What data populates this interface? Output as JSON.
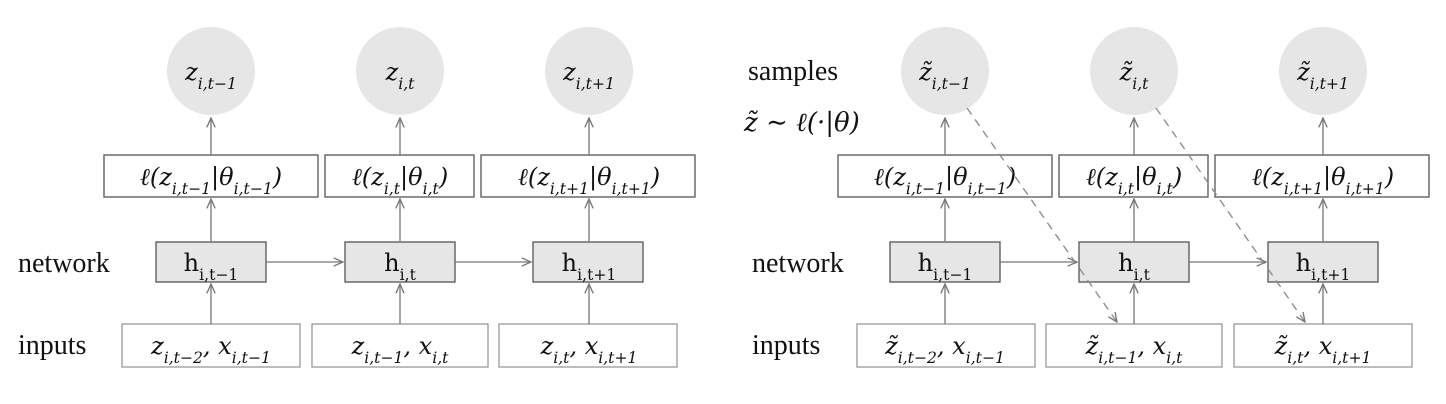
{
  "training": {
    "row_labels": {
      "network": "network",
      "inputs": "inputs"
    },
    "targets": [
      "z_{i,t−1}",
      "z_{i,t}",
      "z_{i,t+1}"
    ],
    "likelihoods": [
      "ℓ(z_{i,t−1}|θ_{i,t−1})",
      "ℓ(z_{i,t}|θ_{i,t})",
      "ℓ(z_{i,t+1}|θ_{i,t+1})"
    ],
    "hidden": [
      "h_{i,t−1}",
      "h_{i,t}",
      "h_{i,t+1}"
    ],
    "inputs": [
      "z_{i,t−2}, x_{i,t−1}",
      "z_{i,t−1}, x_{i,t}",
      "z_{i,t}, x_{i,t+1}"
    ]
  },
  "prediction": {
    "row_labels": {
      "samples": "samples",
      "sampling_rule": "z̃ ∼ ℓ(·|θ)",
      "network": "network",
      "inputs": "inputs"
    },
    "samples": [
      "z̃_{i,t−1}",
      "z̃_{i,t}",
      "z̃_{i,t+1}"
    ],
    "likelihoods": [
      "ℓ(z_{i,t−1}|θ_{i,t−1})",
      "ℓ(z_{i,t}|θ_{i,t})",
      "ℓ(z_{i,t+1}|θ_{i,t+1})"
    ],
    "hidden": [
      "h_{i,t−1}",
      "h_{i,t}",
      "h_{i,t+1}"
    ],
    "inputs": [
      "z̃_{i,t−2}, x_{i,t−1}",
      "z̃_{i,t−1}, x_{i,t}",
      "z̃_{i,t}, x_{i,t+1}"
    ]
  }
}
